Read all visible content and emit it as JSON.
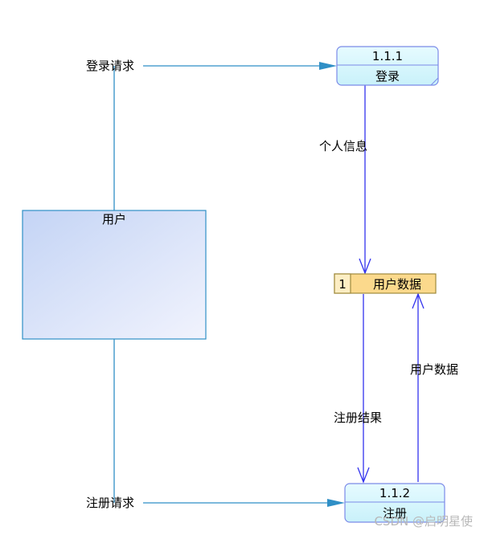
{
  "entity": {
    "label": "用户"
  },
  "processes": [
    {
      "id_label": "1.1.1",
      "name": "登录"
    },
    {
      "id_label": "1.1.2",
      "name": "注册"
    }
  ],
  "datastore": {
    "number": "1",
    "name": "用户数据"
  },
  "flows": {
    "login_request": "登录请求",
    "personal_info": "个人信息",
    "register_result": "注册结果",
    "user_data": "用户数据",
    "register_request": "注册请求"
  },
  "watermark": "CSDN @启明星使",
  "colors": {
    "entity_line": "#2f8fc6",
    "process_arrow": "#3333ee",
    "process_fill": "#d7f6fc",
    "process_border": "#7b8ae8",
    "datastore_fill": "#fbd98c",
    "datastore_border": "#a08a3c"
  }
}
